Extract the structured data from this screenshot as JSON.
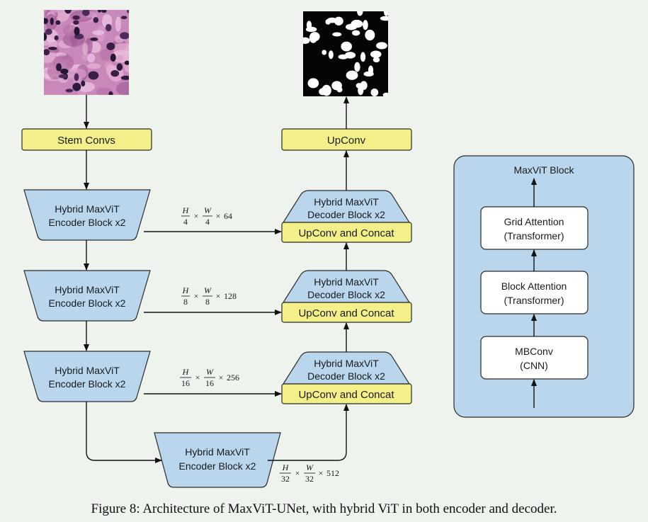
{
  "images": {
    "input": "histopathology tissue patch (H&E stained)",
    "output": "binary nuclei segmentation mask"
  },
  "blocks": {
    "stem": "Stem Convs",
    "upconv_top": "UpConv",
    "encoder": [
      "Hybrid MaxViT",
      "Encoder Block x2"
    ],
    "decoder": [
      "Hybrid MaxViT",
      "Decoder Block x2"
    ],
    "upcat": "UpConv and Concat"
  },
  "skips": [
    {
      "h": "H",
      "hd": "4",
      "w": "W",
      "wd": "4",
      "c": "64"
    },
    {
      "h": "H",
      "hd": "8",
      "w": "W",
      "wd": "8",
      "c": "128"
    },
    {
      "h": "H",
      "hd": "16",
      "w": "W",
      "wd": "16",
      "c": "256"
    },
    {
      "h": "H",
      "hd": "32",
      "w": "W",
      "wd": "32",
      "c": "512"
    }
  ],
  "times": "×",
  "maxvit": {
    "title": "MaxViT Block",
    "grid": [
      "Grid Attention",
      "(Transformer)"
    ],
    "block": [
      "Block Attention",
      "(Transformer)"
    ],
    "mbconv": [
      "MBConv",
      "(CNN)"
    ]
  },
  "colors": {
    "yellow": "#f3f08a",
    "blue": "#b9d6ec",
    "stroke": "#2a2a2a",
    "panel": "#b9d6ec"
  },
  "caption": "Figure 8: Architecture of MaxViT-UNet, with hybrid ViT in both encoder and decoder."
}
